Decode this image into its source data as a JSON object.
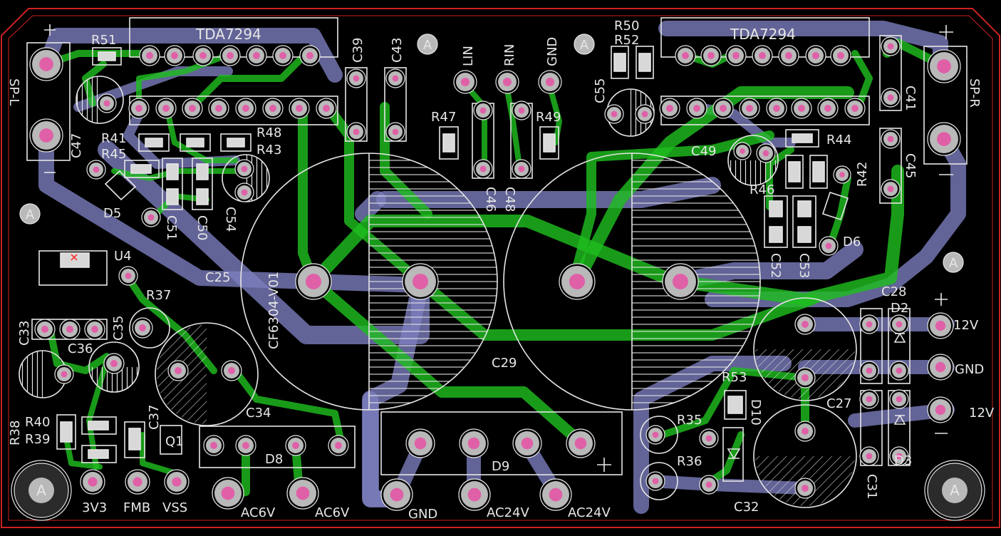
{
  "colors": {
    "board": "#000000",
    "outline": "#cc2222",
    "silkscreen": "#e6e6e6",
    "top_copper": "#1fbd1f",
    "bottom_copper": "#7d7fc0",
    "pad": "#b9b9b9",
    "drill": "#e060a8"
  },
  "labels": {
    "tda_left": "TDA7294",
    "tda_right": "TDA7294",
    "sp_l": "SP-L",
    "sp_r": "SP-R",
    "r51": "R51",
    "r41": "R41",
    "r45": "R45",
    "r48": "R48",
    "r43": "R43",
    "r47": "R47",
    "r49": "R49",
    "r50": "R50",
    "r52": "R52",
    "r44": "R44",
    "r42": "R42",
    "r46": "R46",
    "r37": "R37",
    "r38": "R38",
    "r39": "R39",
    "r40": "R40",
    "r35": "R35",
    "r36": "R36",
    "r53": "R53",
    "c39": "C39",
    "c43": "C43",
    "c47": "C47",
    "c55": "C55",
    "c49": "C49",
    "c41": "C41",
    "c45": "C45",
    "c46": "C46",
    "c48": "C48",
    "c51": "C51",
    "c50": "C50",
    "c54": "C54",
    "c52": "C52",
    "c53": "C53",
    "c25": "C25",
    "c29": "C29",
    "c28": "C28",
    "c27": "C27",
    "c31": "C31",
    "c32": "C32",
    "c33": "C33",
    "c36": "C36",
    "c35": "C35",
    "c34": "C34",
    "c37": "C37",
    "d5": "D5",
    "d6": "D6",
    "d2": "D2",
    "d3": "D3",
    "d8": "D8",
    "d9": "D9",
    "d10": "D10",
    "u4": "U4",
    "q1": "Q1",
    "cf6304": "CF6304-V01",
    "lin": "LIN",
    "rin": "RIN",
    "gnd_top": "GND",
    "v12_top": "12V",
    "gnd_right": "GND",
    "v12_bottom": "12V",
    "v3v3": "3V3",
    "fmb": "FMB",
    "vss": "VSS",
    "ac6v_1": "AC6V",
    "ac6v_2": "AC6V",
    "gnd_bottom": "GND",
    "ac24v_1": "AC24V",
    "ac24v_2": "AC24V",
    "mount": "A"
  }
}
